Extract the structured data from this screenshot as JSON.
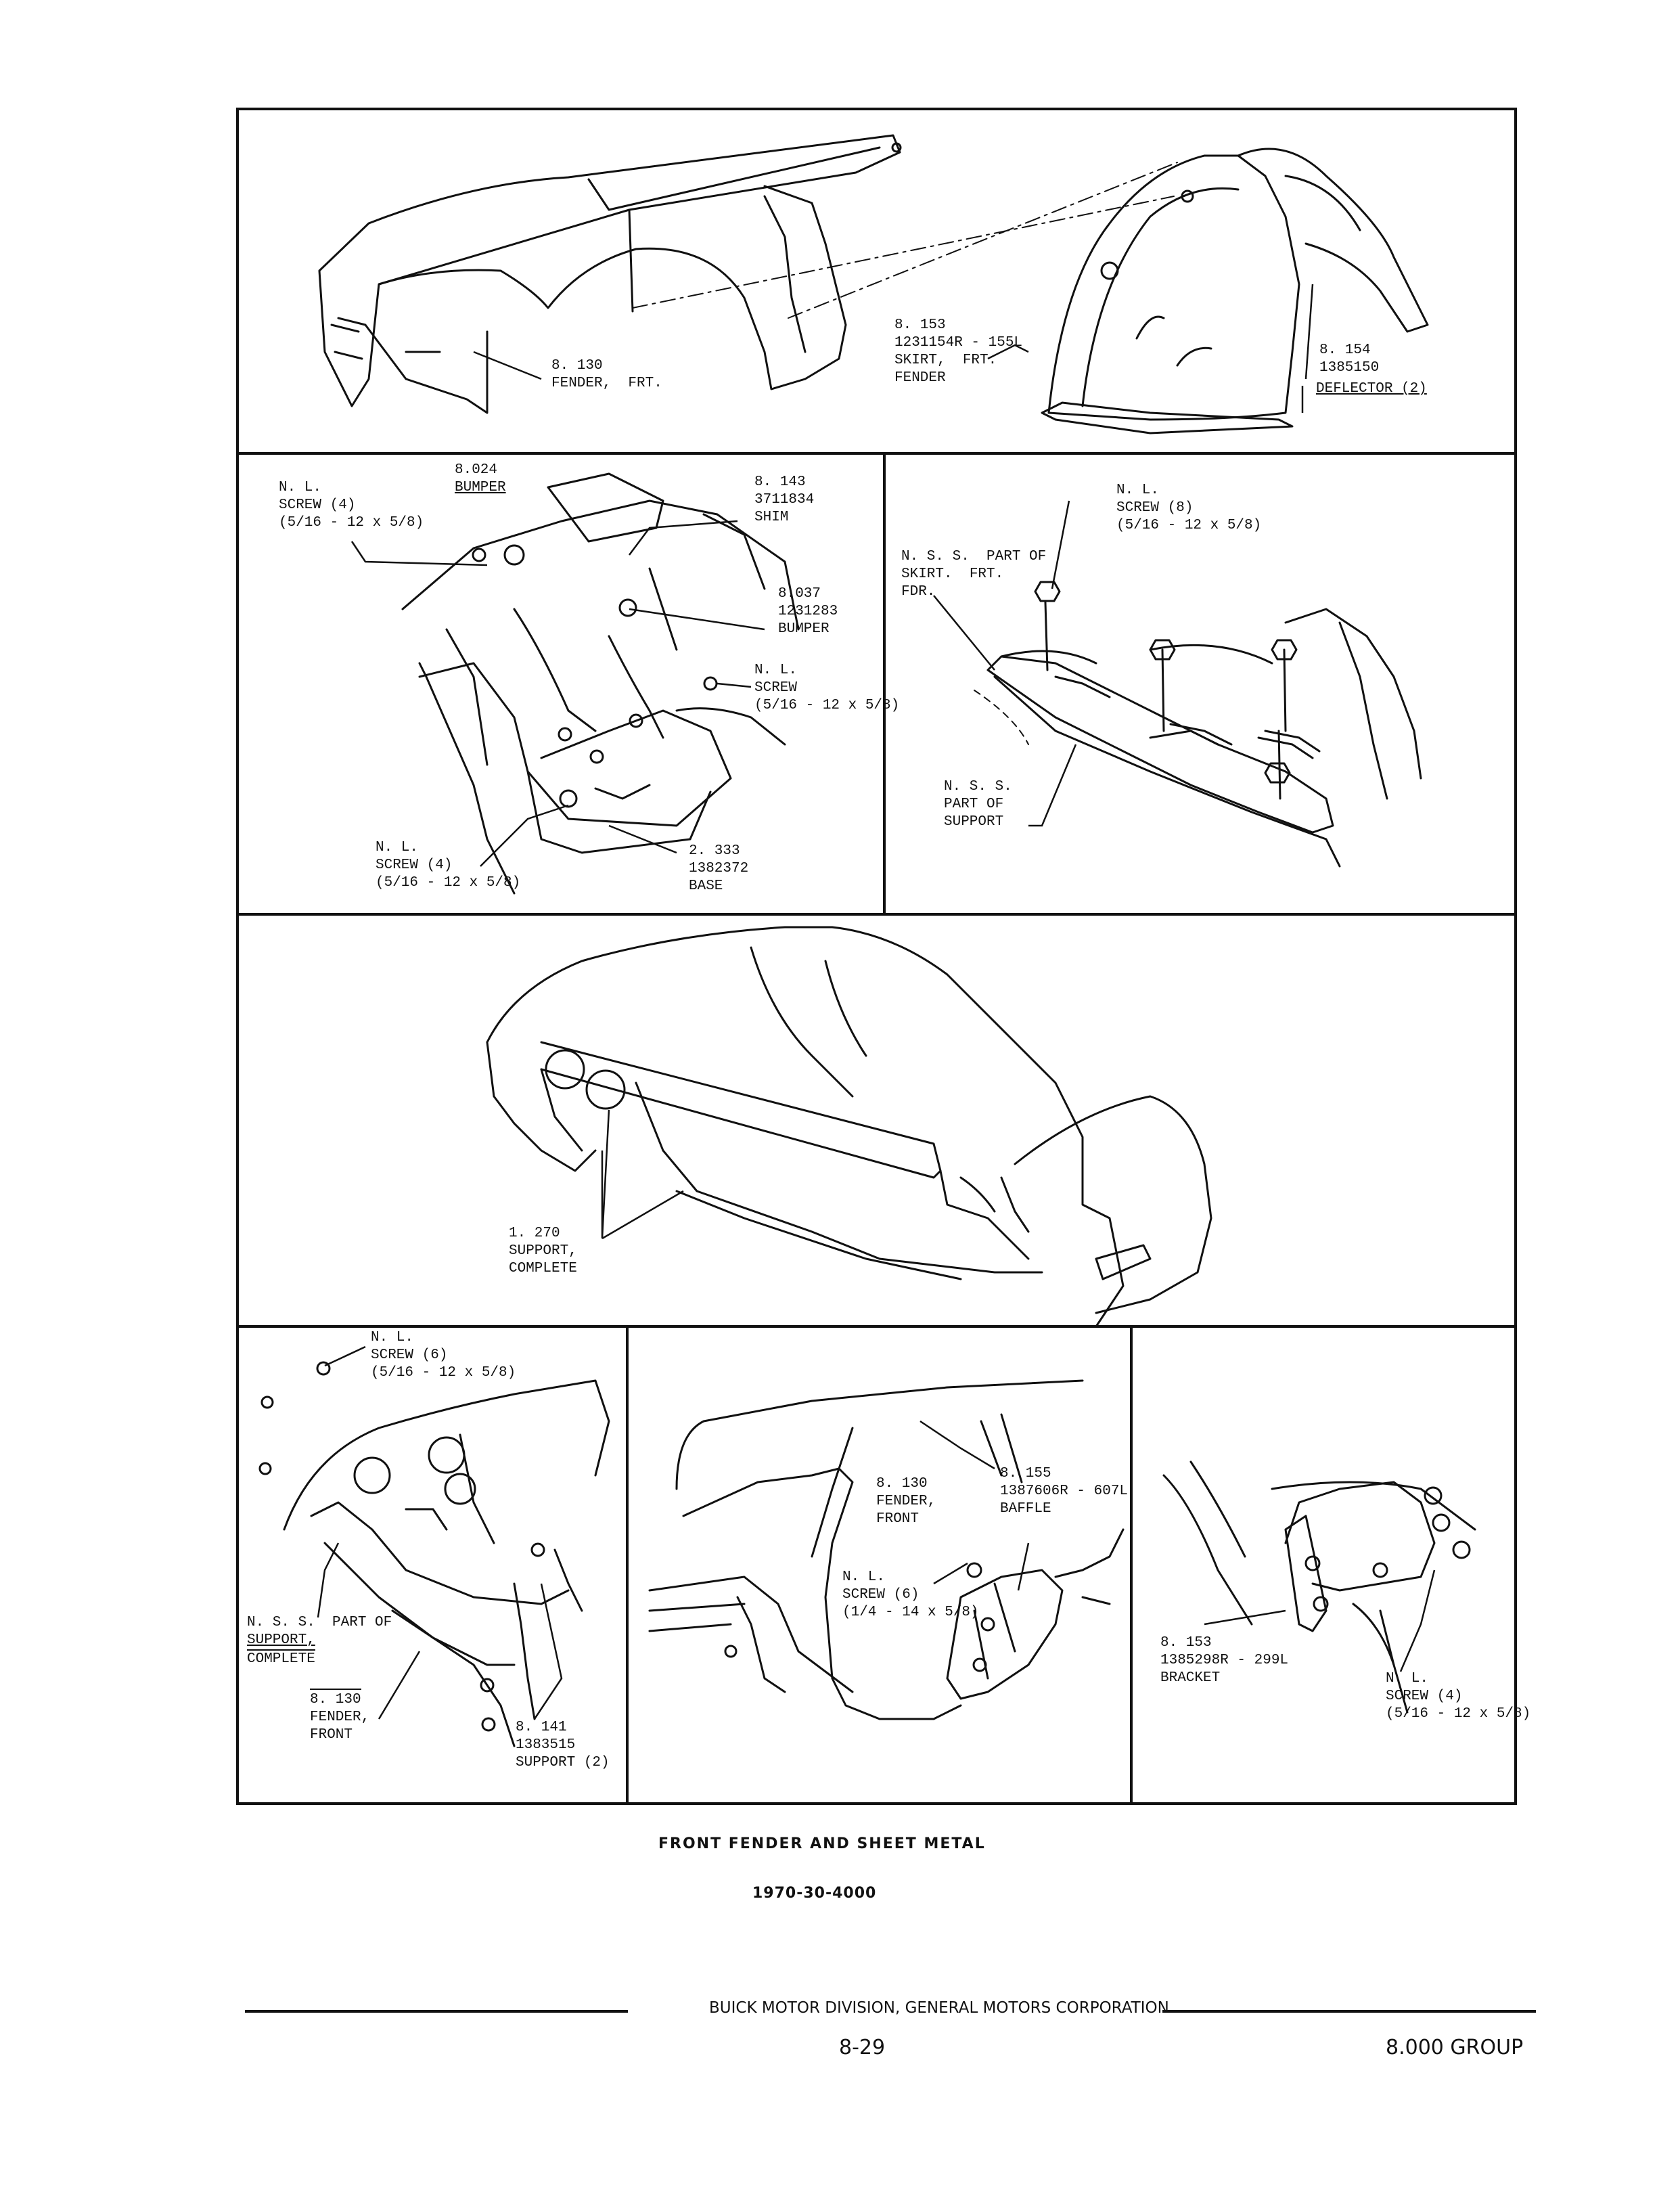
{
  "panel1": {
    "fender": "8. 130\nFENDER,  FRT.",
    "skirt": "8. 153\n1231154R - 155L\nSKIRT,  FRT.\nFENDER",
    "deflector_num": "8. 154\n1385150",
    "deflector_name": "DEFLECTOR (2)"
  },
  "panel2": {
    "screw_left": "N. L.\nSCREW (4)\n(5/16 - 12 x 5/8)",
    "bumper_num": "8.024",
    "bumper_name": "BUMPER",
    "shim": "8. 143\n3711834\nSHIM",
    "bumper2": "8.037\n1231283\nBUMPER",
    "screw_right": "N. L.\nSCREW\n(5/16 - 12 x 5/8)",
    "screw_bottom": "N. L.\nSCREW (4)\n(5/16 - 12 x 5/8)",
    "base": "2. 333\n1382372\nBASE"
  },
  "panel3": {
    "screw": "N. L.\nSCREW (8)\n(5/16 - 12 x 5/8)",
    "nss_skirt": "N. S. S.  PART OF\nSKIRT.  FRT.\nFDR.",
    "nss_support": "N. S. S.\nPART OF\nSUPPORT"
  },
  "panel4": {
    "support": "1. 270\nSUPPORT,\nCOMPLETE"
  },
  "panel5": {
    "screw": "N. L.\nSCREW (6)\n(5/16 - 12 x 5/8)",
    "nss_line1": "N. S. S.  PART OF",
    "nss_line2": "SUPPORT,",
    "nss_line3": "COMPLETE",
    "fender_num": "8. 130",
    "fender_name": "FENDER,\nFRONT",
    "support": "8. 141\n1383515\nSUPPORT (2)"
  },
  "panel6": {
    "fender": "8. 130\nFENDER,\nFRONT",
    "baffle": "8. 155\n1387606R - 607L\nBAFFLE",
    "screw": "N. L.\nSCREW (6)\n(1/4 - 14 x 5/8)"
  },
  "panel7": {
    "bracket": "8. 153\n1385298R - 299L\nBRACKET",
    "screw": "N. L.\nSCREW (4)\n(5/16 - 12 x 5/8)"
  },
  "caption": "FRONT FENDER AND SHEET METAL",
  "code": "1970-30-4000",
  "footer": "BUICK MOTOR DIVISION, GENERAL MOTORS CORPORATION",
  "page_number": "8-29",
  "group": "8.000 GROUP"
}
